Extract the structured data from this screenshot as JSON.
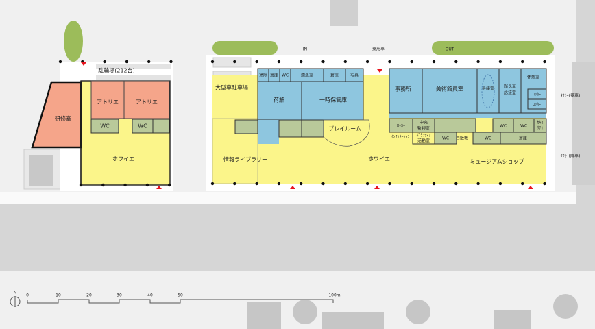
{
  "colors": {
    "foyer": "#fbf58a",
    "office": "#8ec6df",
    "service": "#b9c99a",
    "studio": "#f5a58a",
    "road": "#d6d6d6",
    "ground": "#f0f0f0",
    "entrance": "#e8141e"
  },
  "site": {
    "parking_bikes": "駐輪場(212台)",
    "bus_parking": "大型車駐車場",
    "in": "IN",
    "out": "OUT",
    "passenger_car": "乗用車",
    "taxi_pickup": "ﾀｸｼｰ(乗車)",
    "taxi_dropoff": "ﾀｸｼｰ(降車)"
  },
  "west_wing": {
    "training": "研修室",
    "atelier1": "アトリエ",
    "atelier2": "アトリエ",
    "wc1": "WC",
    "wc2": "WC",
    "foyer": "ホワイエ"
  },
  "main_wing": {
    "cleaning": "掃除",
    "storage1": "倉庫",
    "wc_top": "WC",
    "fumigation": "燻蒸室",
    "storage2": "倉庫",
    "photo": "写真",
    "unloading": "荷解",
    "temp_storage": "一時保管庫",
    "playroom": "プレイルーム",
    "library": "情報ライブラリー",
    "foyer": "ホワイエ",
    "office": "事務所",
    "curators": "美術館員室",
    "meeting": "会議室",
    "director": "館長室",
    "reception": "応接室",
    "lounge": "休憩室",
    "locker1": "ﾛｯｶｰ",
    "locker2": "ﾛｯｶｰ",
    "locker3": "ﾛｯｶｰ",
    "security_center1": "中央",
    "security_center2": "監視室",
    "info": "ｲﾝﾌｫﾒｰｼｮﾝ",
    "volunteer1": "ﾎﾞﾗﾝﾃｨｱ",
    "volunteer2": "活動室",
    "wc_a": "WC",
    "wc_b": "WC",
    "wc_c": "WC",
    "wc_d": "WC",
    "vending": "自販機",
    "security1": "ｾｷｭ",
    "security2": "ﾘﾃｨ",
    "storage3": "倉庫",
    "shop": "ミュージアムショップ"
  },
  "scale": {
    "north": "N",
    "ticks": [
      "0",
      "10",
      "20",
      "30",
      "40",
      "50",
      "100m"
    ]
  }
}
